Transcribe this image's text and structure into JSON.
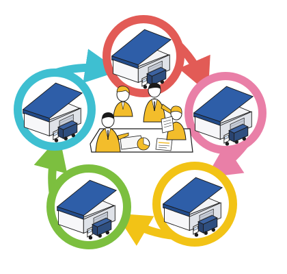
{
  "diagram": {
    "type": "cycle",
    "nodes": [
      {
        "id": "top",
        "label": "",
        "color": "#e25b56",
        "icon": "warehouse-with-truck"
      },
      {
        "id": "right",
        "label": "",
        "color": "#e97fa7",
        "icon": "warehouse-with-truck"
      },
      {
        "id": "bottom-right",
        "label": "",
        "color": "#f2c316",
        "icon": "warehouse-with-truck"
      },
      {
        "id": "bottom-left",
        "label": "",
        "color": "#7cbf3f",
        "icon": "warehouse-with-truck"
      },
      {
        "id": "left",
        "label": "",
        "color": "#3ebfd1",
        "icon": "warehouse-with-truck"
      }
    ],
    "center": {
      "icon": "business-team-meeting",
      "description_visible_text": ""
    },
    "colors": {
      "roof_blue": "#2e5ea8",
      "wall_light": "#f3f4f6",
      "wall_shade": "#d7dbe2",
      "truck_blue": "#2f4f80",
      "suit_yellow": "#f3bd2b",
      "line_black": "#1b1b1b"
    }
  }
}
